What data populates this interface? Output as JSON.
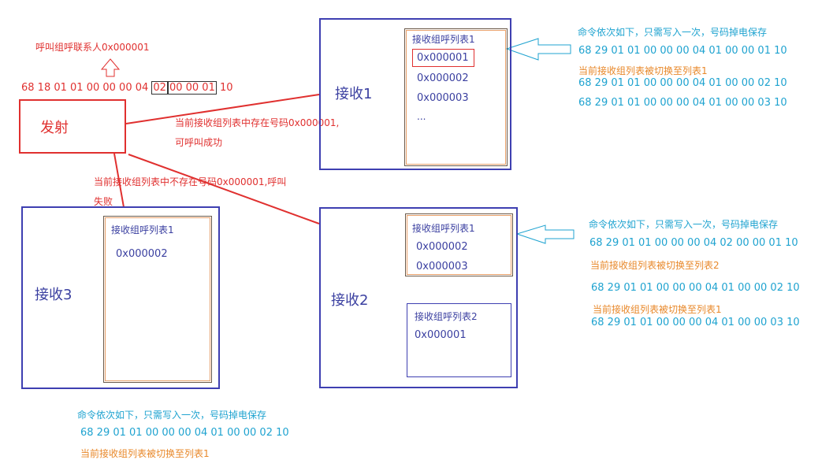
{
  "transmitter": {
    "call_contact": "呼叫组呼联系人0x000001",
    "cmd_part1": "68 18 01 01 00 00 00 04",
    "cmd_hl1": "02",
    "cmd_hl2": "00 00 01",
    "cmd_end": "10",
    "label": "发射"
  },
  "success_note": {
    "line1": "当前接收组列表中存在号码0x000001,",
    "line2": "可呼叫成功"
  },
  "fail_note": {
    "line1": "当前接收组列表中不存在号码0x000001,呼叫",
    "line2": "失败"
  },
  "receiver1": {
    "label": "接收1",
    "list_title": "接收组呼列表1",
    "items": [
      "0x000001",
      "0x000002",
      "0x000003",
      "..."
    ],
    "cmd_title": "命令依次如下，只需写入一次，号码掉电保存",
    "cmd1": "68 29 01 01 00 00 00 04 01 00 00 01 10",
    "switch_note": "当前接收组列表被切换至列表1",
    "cmd2": "68 29 01 01 00 00 00 04 01 00 00 02 10",
    "cmd3": "68 29 01 01 00 00 00 04 01 00 00 03 10"
  },
  "receiver2": {
    "label": "接收2",
    "list1_title": "接收组呼列表1",
    "list1_items": [
      "0x000002",
      "0x000003"
    ],
    "list2_title": "接收组呼列表2",
    "list2_items": [
      "0x000001"
    ],
    "cmd_title": "命令依次如下，只需写入一次，号码掉电保存",
    "cmd1": "68 29 01 01 00 00 00 04 02 00 00 01 10",
    "switch_note1": "当前接收组列表被切换至列表2",
    "cmd2": "68 29 01 01 00 00 00 04 01 00 00 02 10",
    "switch_note2": "当前接收组列表被切换至列表1",
    "cmd3": "68 29 01 01 00 00 00 04 01 00 00 03 10"
  },
  "receiver3": {
    "label": "接收3",
    "list_title": "接收组呼列表1",
    "items": [
      "0x000002"
    ],
    "cmd_title": "命令依次如下，只需写入一次，号码掉电保存",
    "cmd1": "68 29 01 01 00 00 00 04 01 00 00 02 10",
    "switch_note": "当前接收组列表被切换至列表1"
  },
  "colors": {
    "red": "#e0302f",
    "navy": "#3e3fb1",
    "cyan": "#1fa3d0",
    "orange": "#e8882a"
  }
}
